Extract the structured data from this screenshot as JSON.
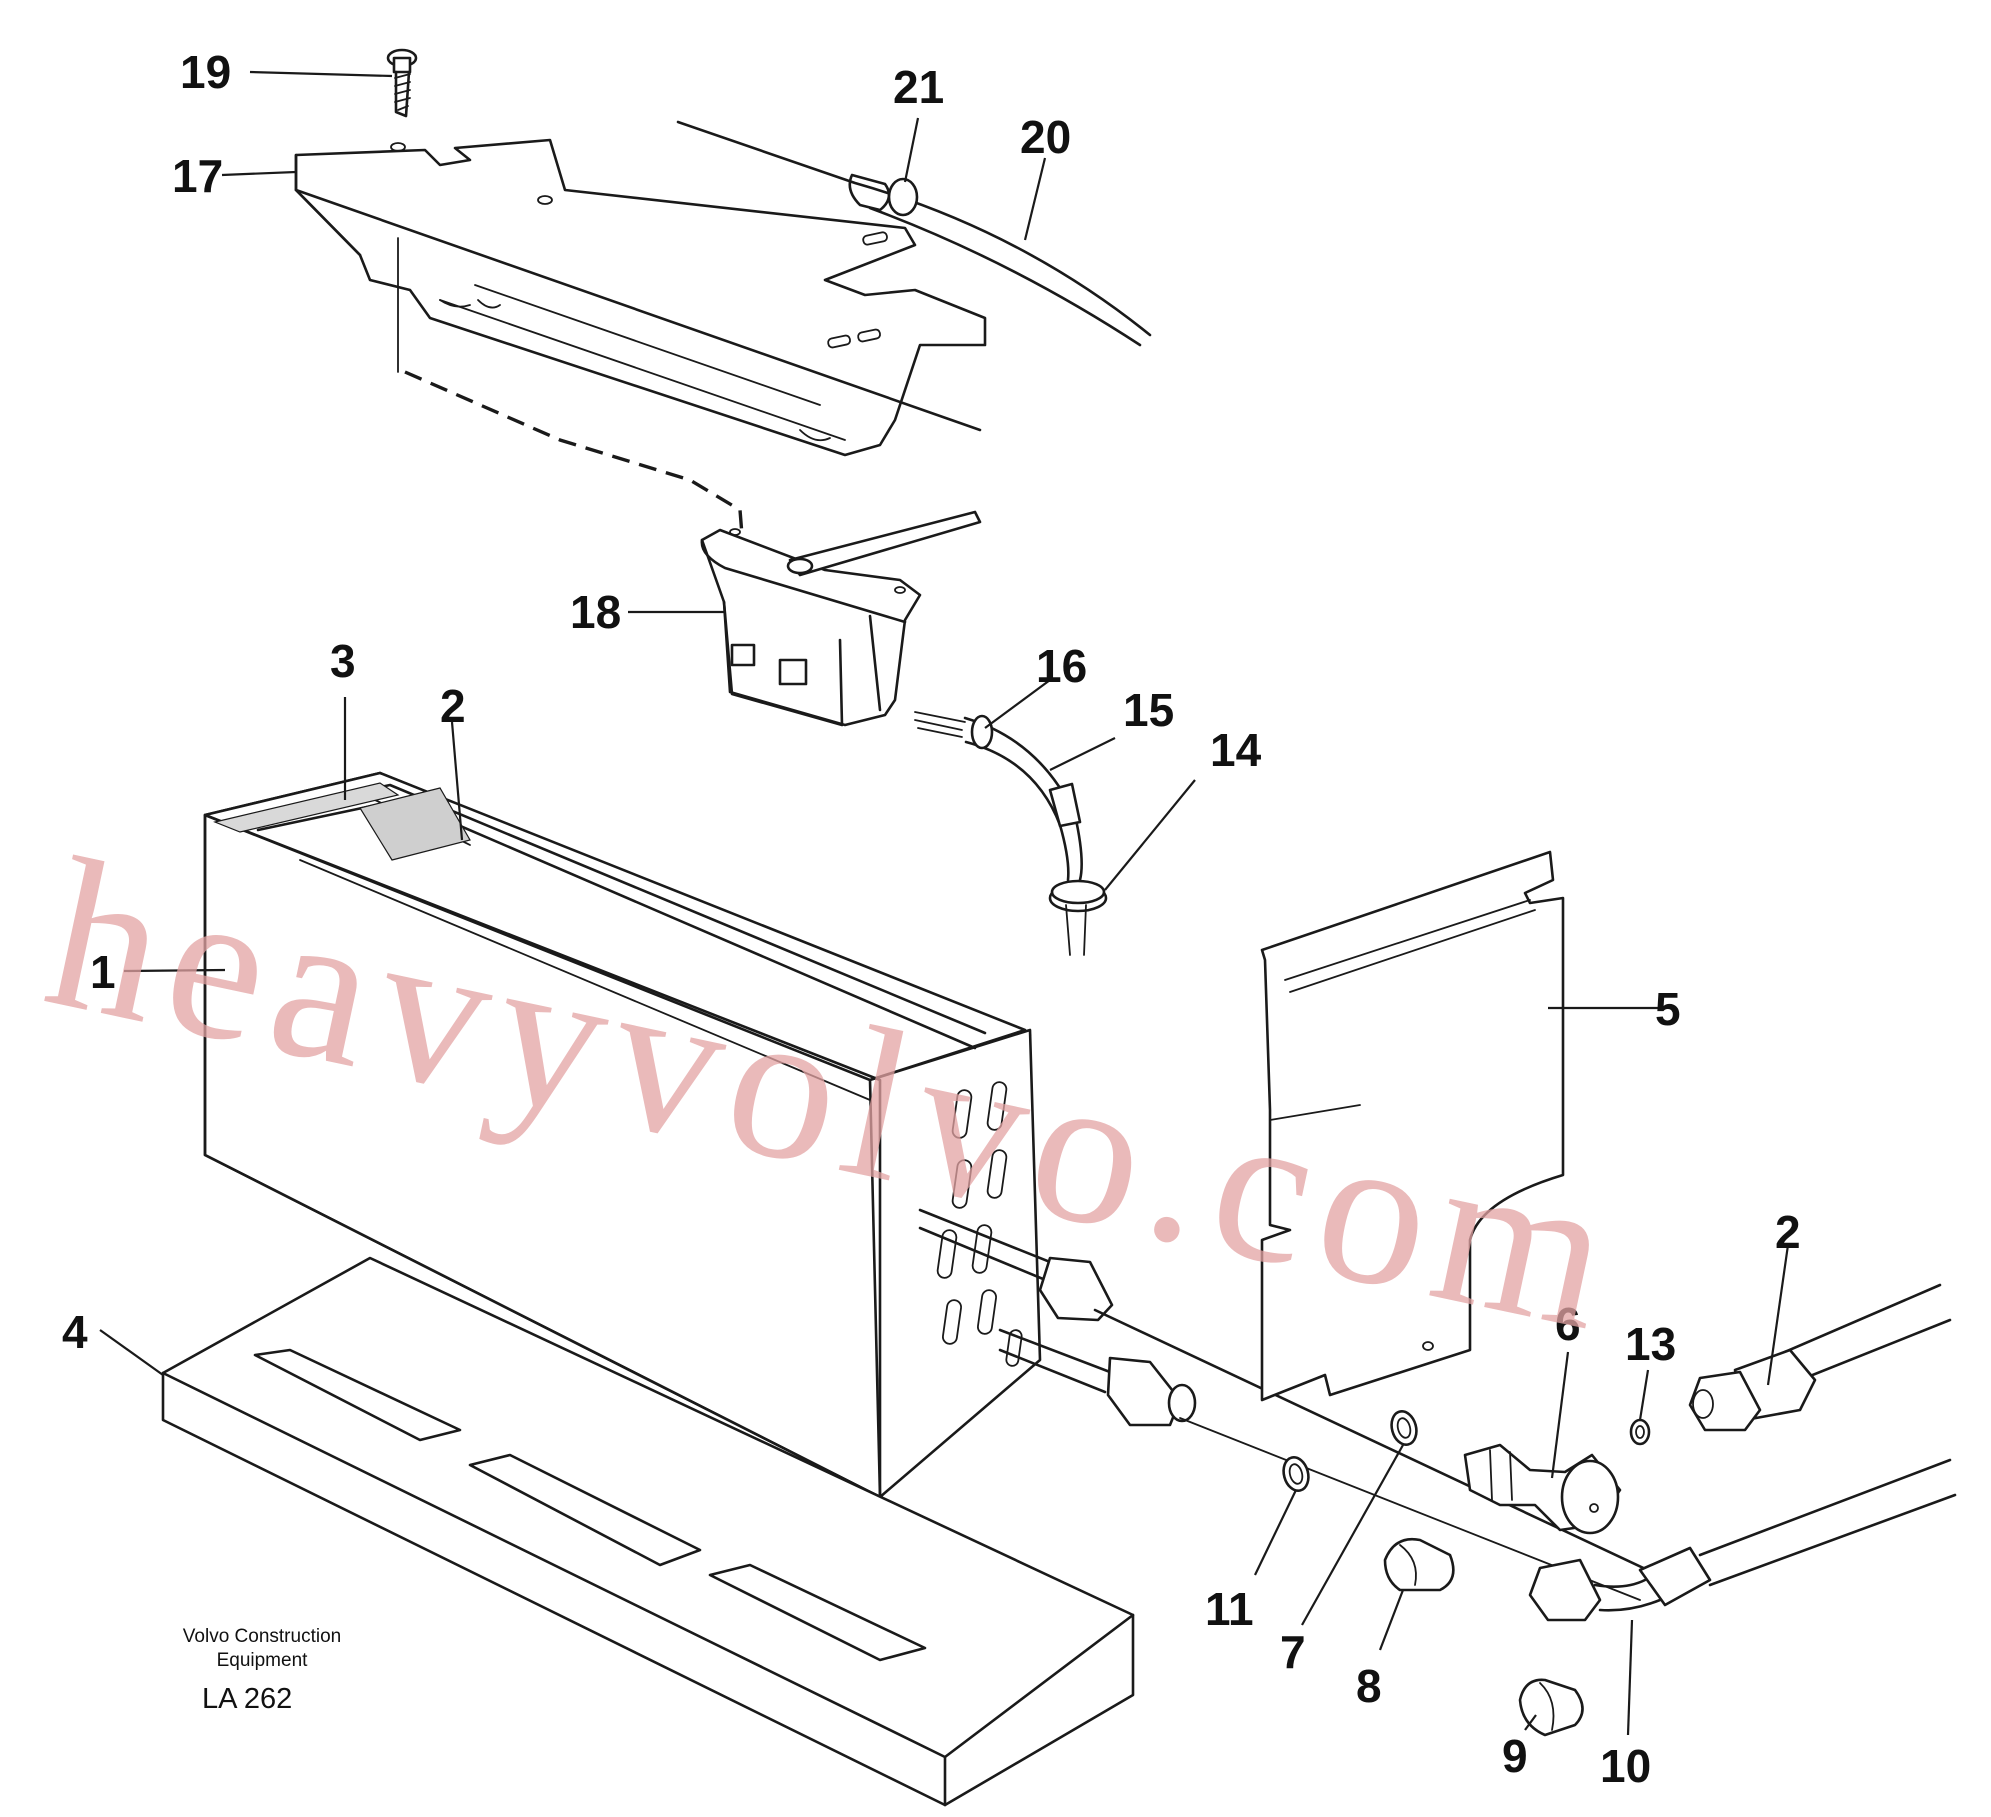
{
  "watermark": "heavyvolvo.com",
  "caption": {
    "line1": "Volvo Construction",
    "line2": "Equipment",
    "code": "LA 262"
  },
  "callouts": {
    "c1": "1",
    "c2a": "2",
    "c2b": "2",
    "c3": "3",
    "c4": "4",
    "c5": "5",
    "c6": "6",
    "c7": "7",
    "c8": "8",
    "c9": "9",
    "c10": "10",
    "c11": "11",
    "c13": "13",
    "c14": "14",
    "c15": "15",
    "c16": "16",
    "c17": "17",
    "c18": "18",
    "c19": "19",
    "c20": "20",
    "c21": "21"
  }
}
